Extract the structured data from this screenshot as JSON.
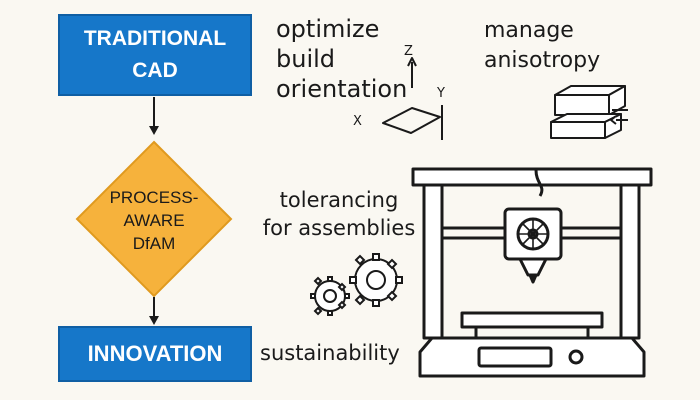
{
  "flow": {
    "top_line1": "TRADITIONAL",
    "top_line2": "CAD",
    "middle_line1": "PROCESS-",
    "middle_line2": "AWARE",
    "middle_line3": "DfAM",
    "bottom": "INNOVATION"
  },
  "labels": {
    "orientation": [
      "optimize",
      "build",
      "orientation"
    ],
    "anisotropy": [
      "manage",
      "anisotropy"
    ],
    "tolerancing": [
      "tolerancing",
      "for assemblies"
    ],
    "sustainability": "sustainability"
  },
  "axes": {
    "x": "X",
    "y": "Y",
    "z": "Z"
  },
  "colors": {
    "box_blue": "#1677c9",
    "diamond_orange": "#f6b23c",
    "line": "#1a1a1a",
    "background": "#faf8f2"
  },
  "icons": [
    "axis-icon",
    "layered-slabs-icon",
    "gears-icon",
    "3d-printer-icon"
  ]
}
